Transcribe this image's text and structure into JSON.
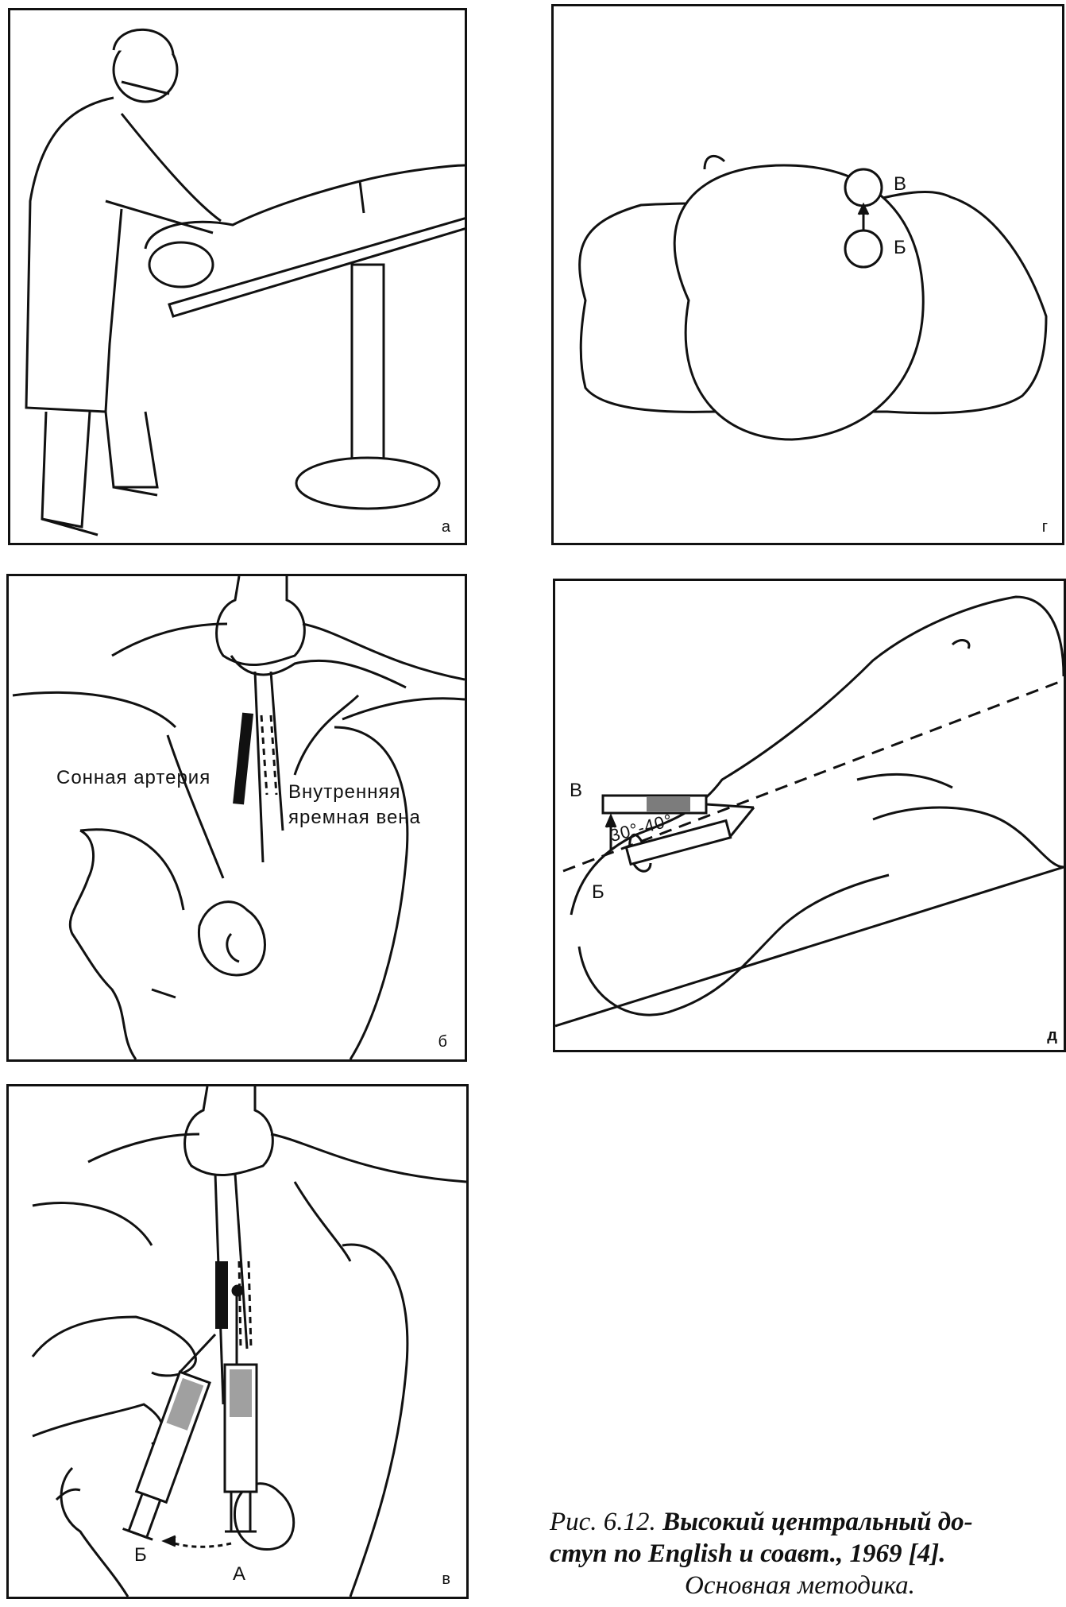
{
  "panels": {
    "a": {
      "label": "а"
    },
    "b": {
      "label": "б",
      "carotid_label": "Сонная артерия",
      "vein_label_1": "Внутренняя",
      "vein_label_2": "яремная вена"
    },
    "v": {
      "label": "в",
      "point_b": "Б",
      "point_a": "А"
    },
    "g": {
      "label": "г",
      "point_v": "В",
      "point_b": "Б"
    },
    "d": {
      "label": "д",
      "point_v": "В",
      "point_b": "Б",
      "angle": "30°-40°"
    }
  },
  "caption": {
    "fig": "Рис. 6.12.",
    "line1": " Высокий центральный до-",
    "line2": "ступ по English и соавт., 1969 [4].",
    "line3": "Основная методика."
  }
}
